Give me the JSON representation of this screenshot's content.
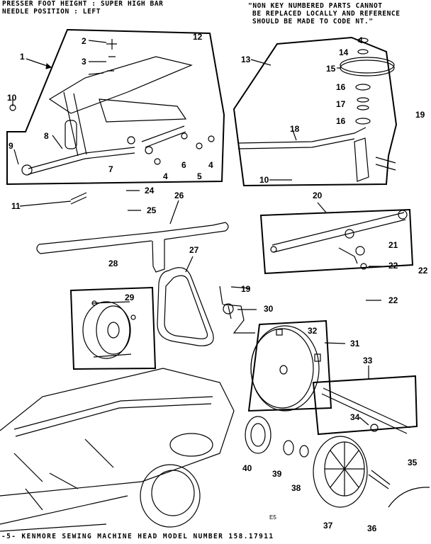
{
  "header": {
    "line1": "PRESSER FOOT HEIGHT : SUPER HIGH BAR",
    "line2": "NEEDLE POSITION : LEFT"
  },
  "note": {
    "line1": "\"NON KEY NUMBERED PARTS CANNOT",
    "line2": "BE REPLACED LOCALLY AND REFERENCE",
    "line3": "SHOULD BE MADE TO CODE NT.\""
  },
  "footer": {
    "title": "-5- KENMORE SEWING MACHINE HEAD MODEL NUMBER 158.17911",
    "page_mark": "E5"
  },
  "callouts": [
    "1",
    "2",
    "3",
    "4",
    "5",
    "6",
    "7",
    "8",
    "9",
    "10",
    "11",
    "12",
    "13",
    "14",
    "15",
    "16",
    "17",
    "18",
    "19",
    "20",
    "21",
    "22",
    "24",
    "25",
    "26",
    "27",
    "28",
    "29",
    "30",
    "31",
    "32",
    "33",
    "34",
    "35",
    "36",
    "37",
    "38",
    "39",
    "40"
  ]
}
